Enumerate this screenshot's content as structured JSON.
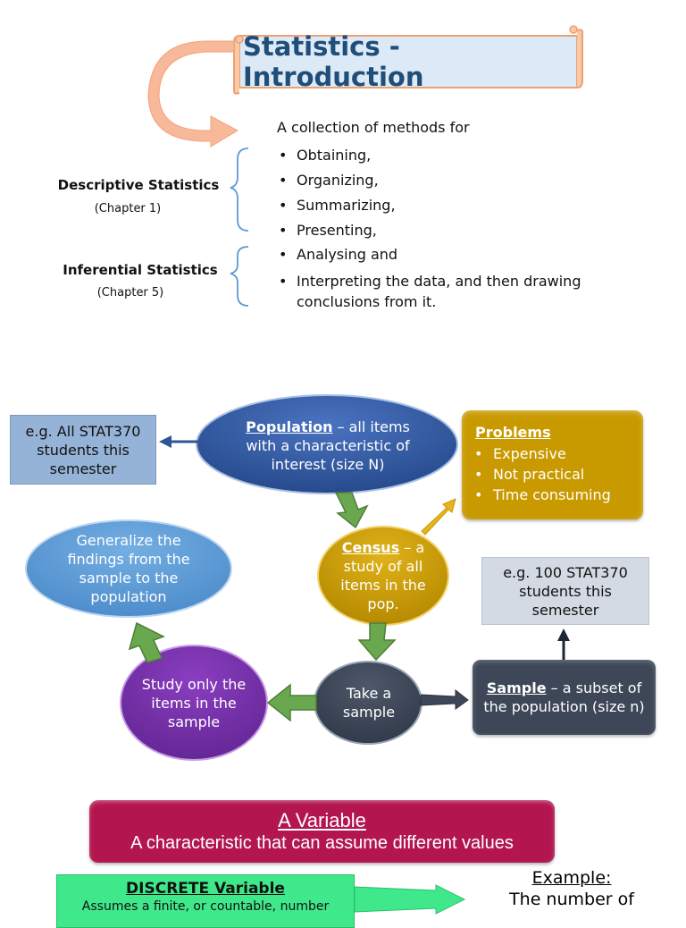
{
  "title": "Statistics - Introduction",
  "intro": {
    "lead": "A collection of methods for",
    "descriptive_items": [
      "Obtaining,",
      "Organizing,",
      "Summarizing,",
      "Presenting,"
    ],
    "inferential_items": [
      "Analysing and",
      "Interpreting the data, and then drawing conclusions from it."
    ]
  },
  "branches": {
    "descriptive": {
      "label": "Descriptive Statistics",
      "chapter": "(Chapter 1)"
    },
    "inferential": {
      "label": "Inferential Statistics",
      "chapter": "(Chapter 5)"
    }
  },
  "flow": {
    "example_population": "e.g. All STAT370 students this semester",
    "population": {
      "term": "Population",
      "desc": " – all items with a characteristic of interest (size N)"
    },
    "problems": {
      "title": "Problems",
      "items": [
        "Expensive",
        "Not practical",
        "Time consuming"
      ]
    },
    "census": {
      "term": "Census",
      "desc": " – a study of all items in the pop."
    },
    "generalize": "Generalize the findings from the sample to the population",
    "example_sample": "e.g. 100 STAT370 students this semester",
    "take_sample": "Take a sample",
    "study_sample": "Study only the items in the sample",
    "sample": {
      "term": "Sample",
      "desc": " – a subset of the population (size n)"
    }
  },
  "variable": {
    "title": "A Variable",
    "subtitle": "A characteristic that can assume different values"
  },
  "discrete": {
    "title": "DISCRETE Variable",
    "desc": "Assumes a finite, or countable, number"
  },
  "example": {
    "heading": "Example:",
    "line": "The number of"
  },
  "colors": {
    "title_text": "#1f4e79",
    "population": "#2f5597",
    "census": "#c99a00",
    "generalize": "#5b9bd5",
    "study": "#7030a0",
    "take_sample": "#3d4758",
    "variable": "#b3164f",
    "discrete": "#3fe88a",
    "arrow_green": "#70ad47",
    "arrow_orange": "#f4b183"
  }
}
